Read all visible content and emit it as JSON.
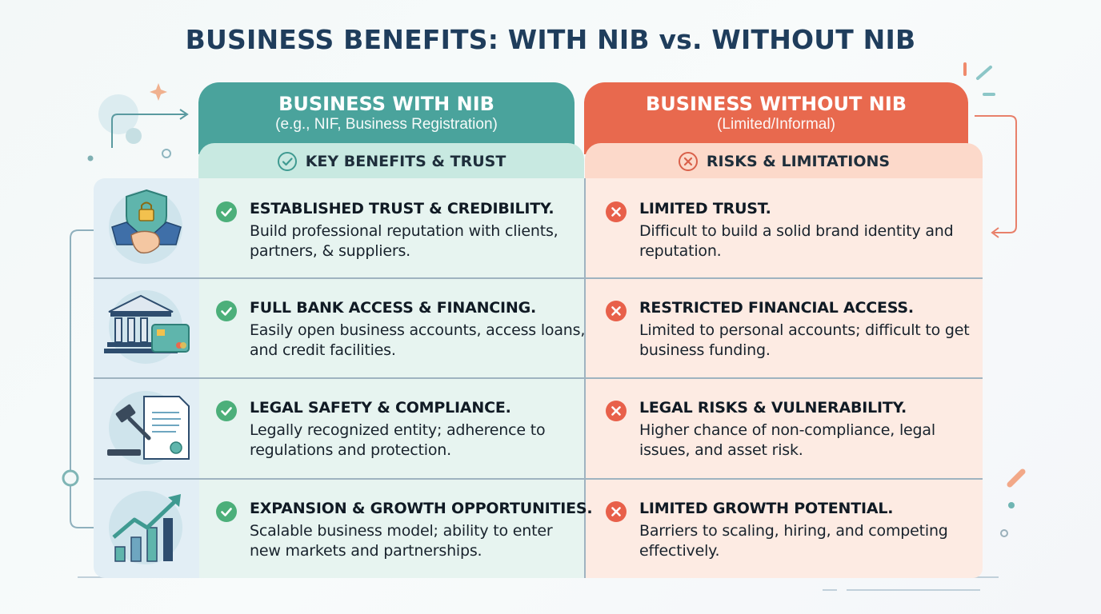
{
  "title": "BUSINESS BENEFITS: WITH NIB vs. WITHOUT NIB",
  "with_nib": {
    "heading": "BUSINESS WITH NIB",
    "subheading": "(e.g., NIF, Business Registration)",
    "section_label": "KEY BENEFITS & TRUST",
    "color": "#4aa39c"
  },
  "without_nib": {
    "heading": "BUSINESS WITHOUT NIB",
    "subheading": "(Limited/Informal)",
    "section_label": "RISKS & LIMITATIONS",
    "color": "#e8694e"
  },
  "rows": [
    {
      "icon": "handshake-shield-icon",
      "with": {
        "title": "ESTABLISHED TRUST & CREDIBILITY.",
        "desc": "Build professional reputation with clients, partners, & suppliers."
      },
      "without": {
        "title": "LIMITED TRUST.",
        "desc": "Difficult to build a solid brand identity and reputation."
      }
    },
    {
      "icon": "bank-card-icon",
      "with": {
        "title": "FULL BANK ACCESS & FINANCING.",
        "desc": "Easily open business accounts, access loans, and credit facilities."
      },
      "without": {
        "title": "RESTRICTED FINANCIAL ACCESS.",
        "desc": "Limited to personal accounts; difficult to get business funding."
      }
    },
    {
      "icon": "gavel-document-icon",
      "with": {
        "title": "LEGAL SAFETY & COMPLIANCE.",
        "desc": "Legally recognized entity; adherence to regulations and protection."
      },
      "without": {
        "title": "LEGAL RISKS & VULNERABILITY.",
        "desc": "Higher chance of non-compliance, legal issues, and asset risk."
      }
    },
    {
      "icon": "growth-chart-icon",
      "with": {
        "title": "EXPANSION & GROWTH OPPORTUNITIES.",
        "desc": "Scalable business model; ability to enter new markets and partnerships."
      },
      "without": {
        "title": "LIMITED GROWTH POTENTIAL.",
        "desc": "Barriers to scaling, hiring, and competing effectively."
      }
    }
  ]
}
